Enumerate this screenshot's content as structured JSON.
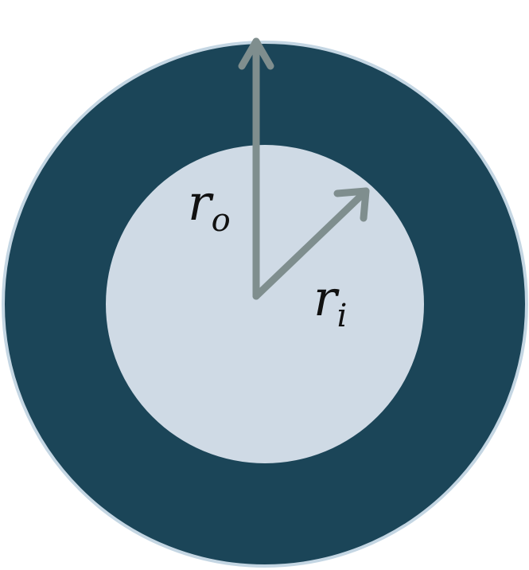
{
  "diagram": {
    "labels": {
      "outer": {
        "main": "r",
        "sub": "o"
      },
      "inner": {
        "main": "r",
        "sub": "i"
      }
    },
    "colors": {
      "background": "#ffffff",
      "outer_ring": "#1b4558",
      "outer_ring_edge": "#c4d6e3",
      "inner_disk": "#cfdae5",
      "arrow": "#7f8e8e",
      "label": "#111111"
    }
  }
}
